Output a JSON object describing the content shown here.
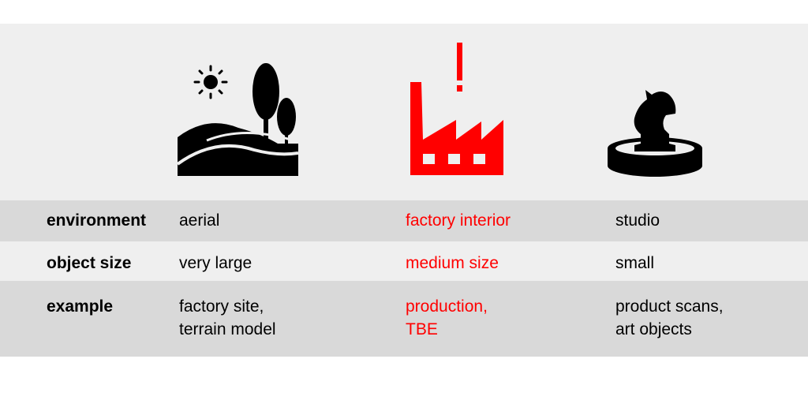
{
  "colors": {
    "panel": "#efefef",
    "band": "#d9d9d9",
    "highlight": "#ff0000",
    "icon": "#000000"
  },
  "icons": [
    "landscape-icon",
    "factory-alert-icon",
    "chess-knight-icon"
  ],
  "rows": [
    {
      "label": "environment",
      "aerial": "aerial",
      "factory": "factory interior",
      "studio": "studio"
    },
    {
      "label": "object size",
      "aerial": "very large",
      "factory": "medium size",
      "studio": "small"
    },
    {
      "label": "example",
      "aerial": [
        "factory site,",
        "terrain model"
      ],
      "factory": [
        "production,",
        "TBE"
      ],
      "studio": [
        "product scans,",
        "art objects"
      ]
    }
  ]
}
